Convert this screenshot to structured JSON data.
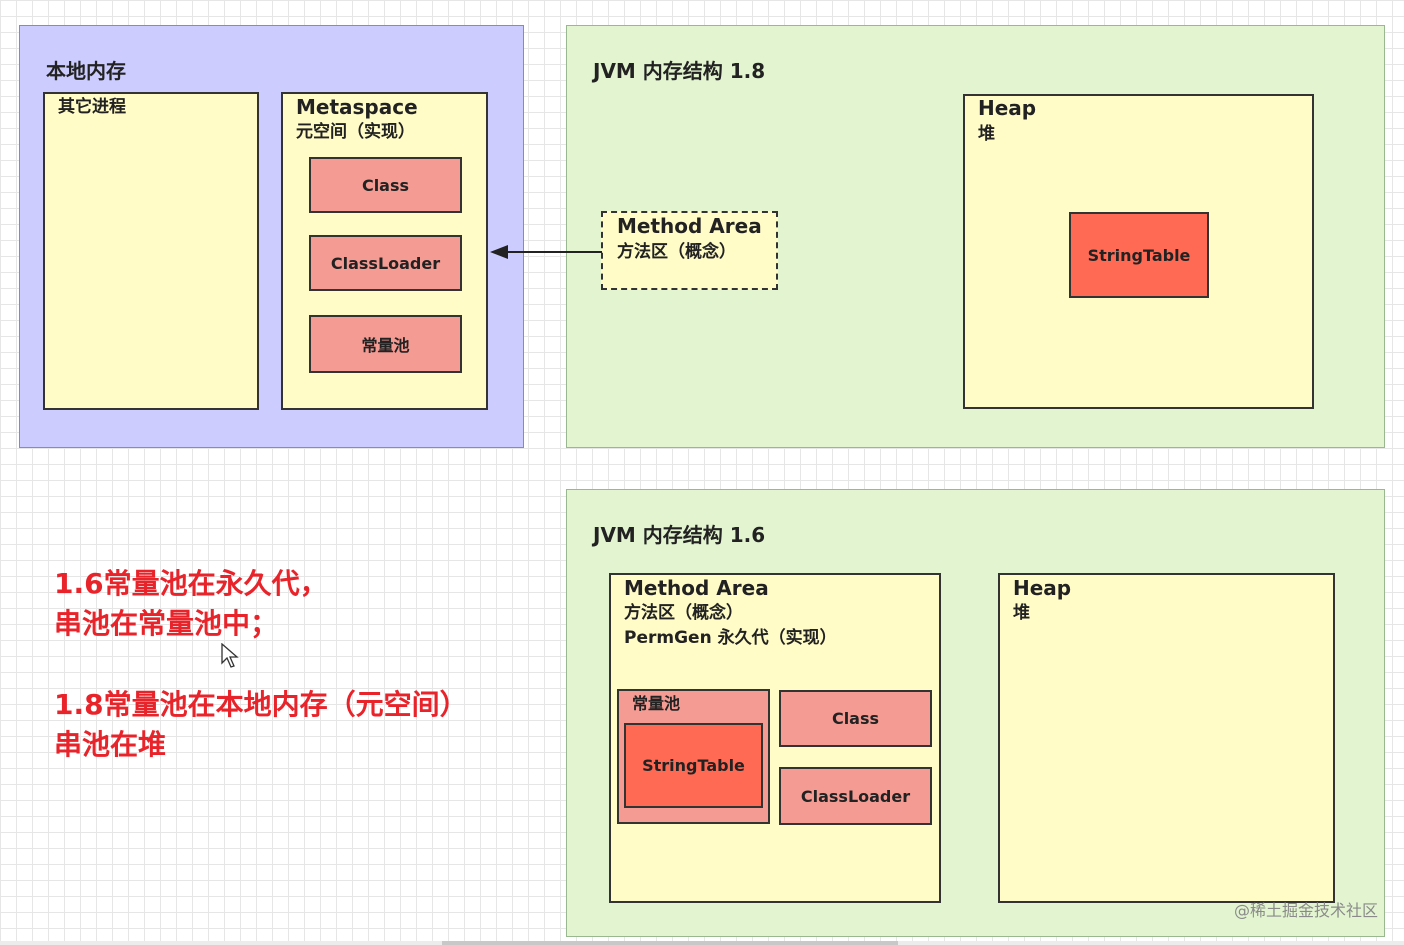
{
  "top_left": {
    "title": "本地内存",
    "other_process": "其它进程",
    "metaspace": {
      "title": "Metaspace",
      "subtitle": "元空间（实现）",
      "items": [
        "Class",
        "ClassLoader",
        "常量池"
      ]
    }
  },
  "jvm18": {
    "title": "JVM 内存结构 1.8",
    "method_area": {
      "title": "Method Area",
      "subtitle": "方法区（概念）"
    },
    "heap": {
      "title": "Heap",
      "subtitle": "堆",
      "item": "StringTable"
    }
  },
  "jvm16": {
    "title": "JVM 内存结构 1.6",
    "method_area": {
      "title": "Method Area",
      "line2": "方法区（概念）",
      "line3": "PermGen 永久代（实现）",
      "const_pool": "常量池",
      "string_table": "StringTable",
      "class": "Class",
      "classloader": "ClassLoader"
    },
    "heap": {
      "title": "Heap",
      "subtitle": "堆"
    }
  },
  "notes": {
    "line1": "1.6常量池在永久代，",
    "line2": "串池在常量池中；",
    "line3": "1.8常量池在本地内存（元空间）",
    "line4": "串池在堆"
  },
  "watermark": "@稀土掘金技术社区",
  "colors": {
    "blue_region": "#ccccff",
    "green_region": "#e3f5d0",
    "yellow_panel": "#fffcc8",
    "red_item": "#f49c94",
    "string_table": "#ff6a55",
    "note_red": "#e8232a"
  }
}
